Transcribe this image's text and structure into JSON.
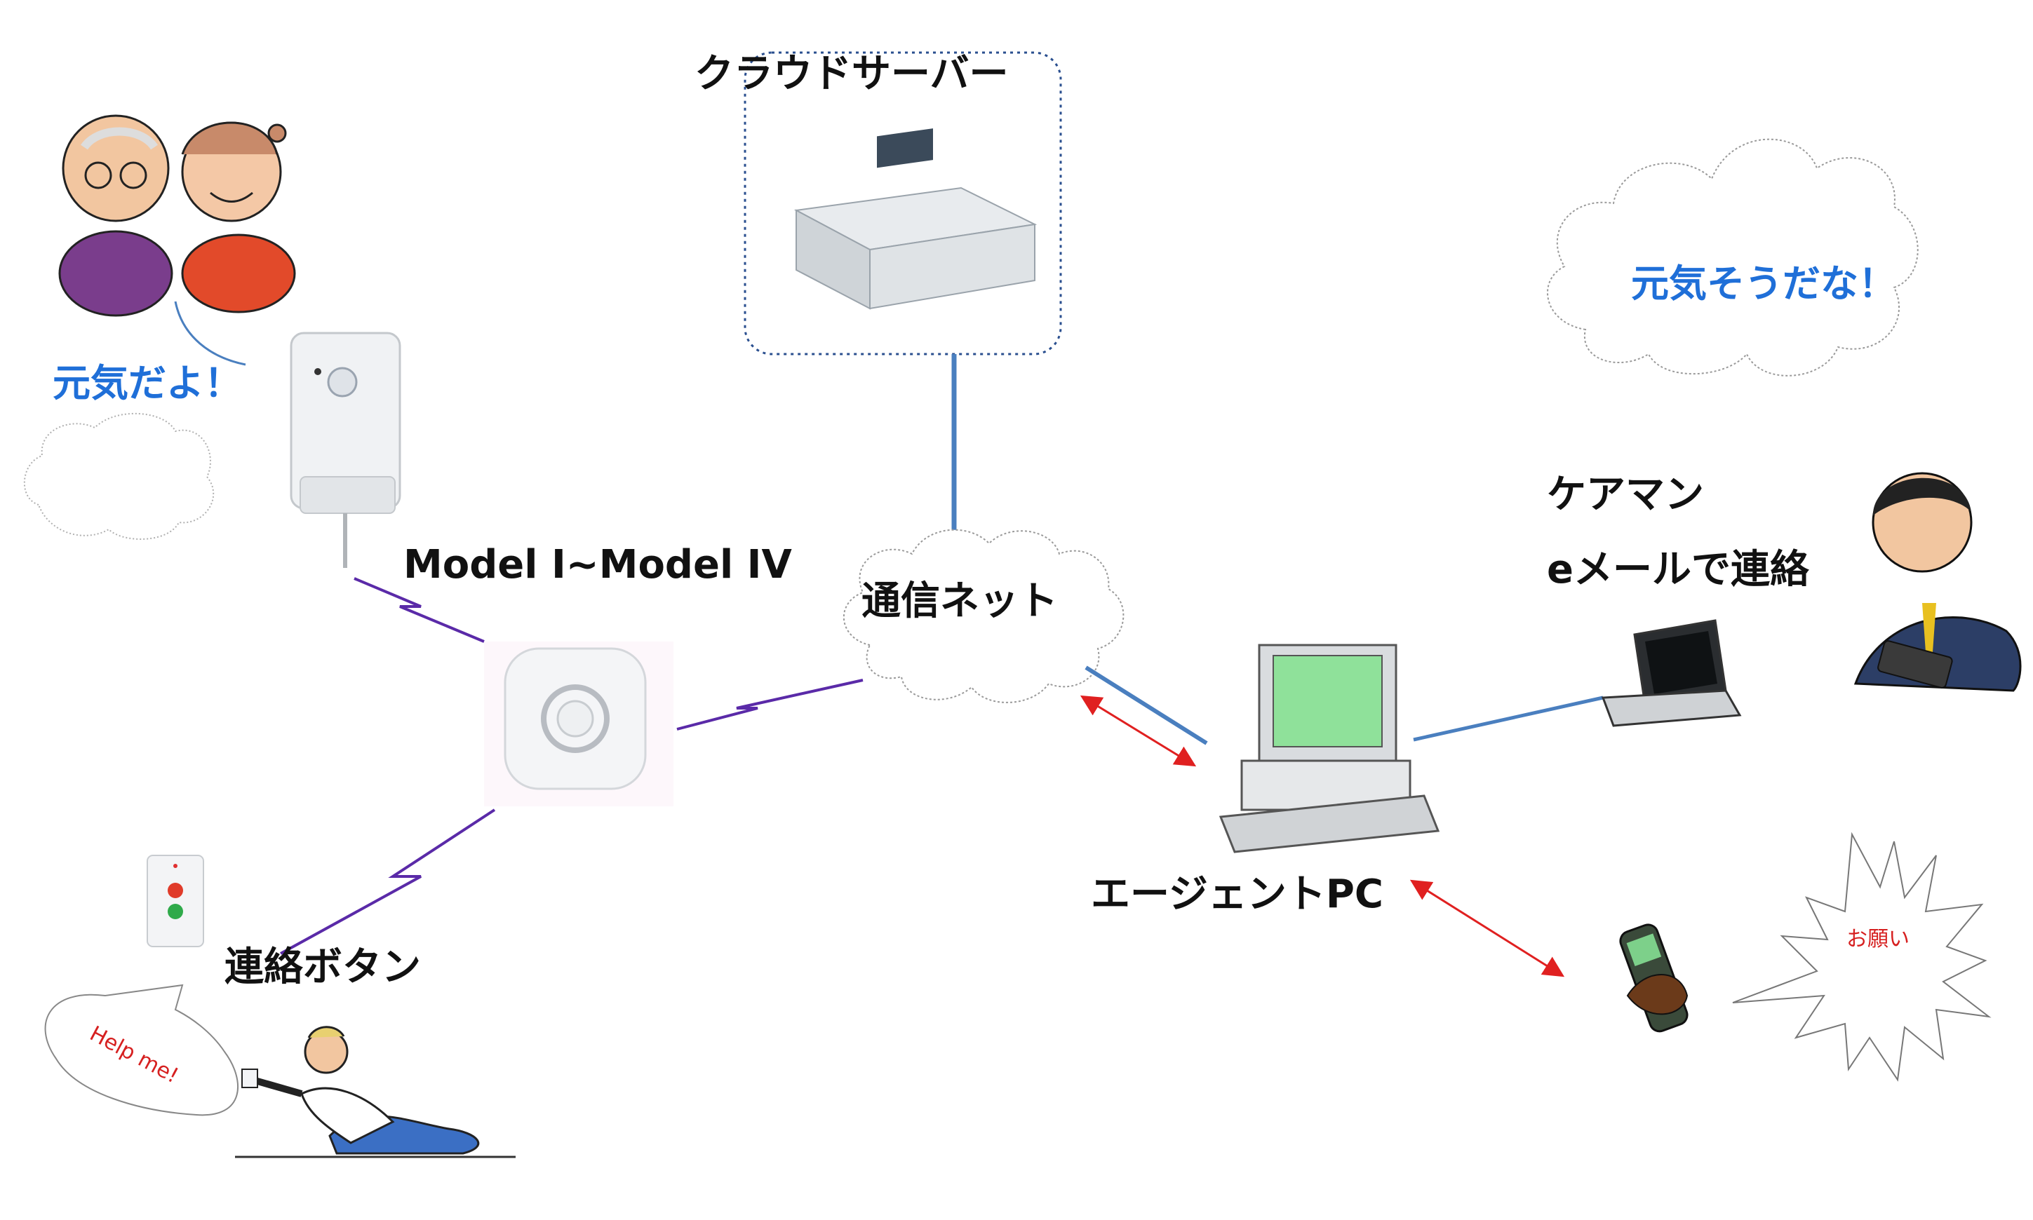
{
  "labels": {
    "cloud_server": "クラウドサーバー",
    "network": "通信ネット",
    "model_range": "Model I~Model IV",
    "agent_pc": "エージェントPC",
    "care_manager": "ケアマン",
    "email_contact": "eメールで連絡",
    "call_button": "連絡ボタン",
    "elderly_speech": "元気だよ！",
    "manager_thought": "元気そうだな！",
    "help_bubble": "Help me!",
    "phone_bubble": "お願い"
  },
  "colors": {
    "wired_link": "#4a7fbf",
    "wireless_link": "#5a2aa8",
    "bidirectional_arrow": "#e02020",
    "speech_text": "#1f6fd8",
    "server_outline": "#2a4f8f",
    "pc_screen": "#8fe19a"
  },
  "icons": [
    "elderly-couple-icon",
    "wall-hub-device-icon",
    "wireless-gateway-icon",
    "call-button-device-icon",
    "fallen-person-icon",
    "rack-server-icon",
    "desktop-pc-icon",
    "laptop-icon",
    "businessman-icon",
    "mobile-phone-icon"
  ]
}
